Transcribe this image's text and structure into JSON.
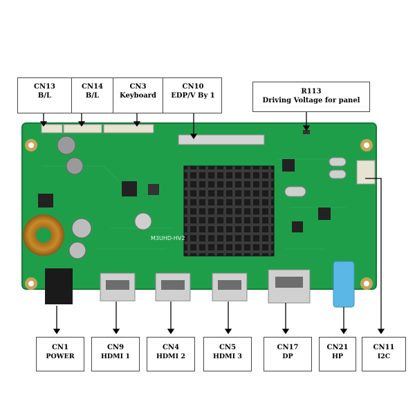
{
  "top_labels": [
    {
      "id": "CN13",
      "desc": "B/L"
    },
    {
      "id": "CN14",
      "desc": "B/L"
    },
    {
      "id": "CN3",
      "desc": "Keyboard"
    },
    {
      "id": "CN10",
      "desc": "EDP/V By 1"
    }
  ],
  "r113": {
    "id": "R113",
    "desc": "Driving Voltage for panel"
  },
  "board_silk": "M3UHD-HV2",
  "bottom_labels": [
    {
      "id": "CN1",
      "desc": "POWER"
    },
    {
      "id": "CN9",
      "desc": "HDMI 1"
    },
    {
      "id": "CN4",
      "desc": "HDMI 2"
    },
    {
      "id": "CN5",
      "desc": "HDMI 3"
    },
    {
      "id": "CN17",
      "desc": "DP"
    },
    {
      "id": "CN21",
      "desc": "HP"
    },
    {
      "id": "CN11",
      "desc": "I2C"
    }
  ],
  "colors": {
    "pcb": "#1f9e4a",
    "pcb_dark": "#137a36",
    "heatsink": "#2a2a2a",
    "connector": "#d9d9d9",
    "hp_jack": "#5ab7e6",
    "arrow": "#000000"
  }
}
